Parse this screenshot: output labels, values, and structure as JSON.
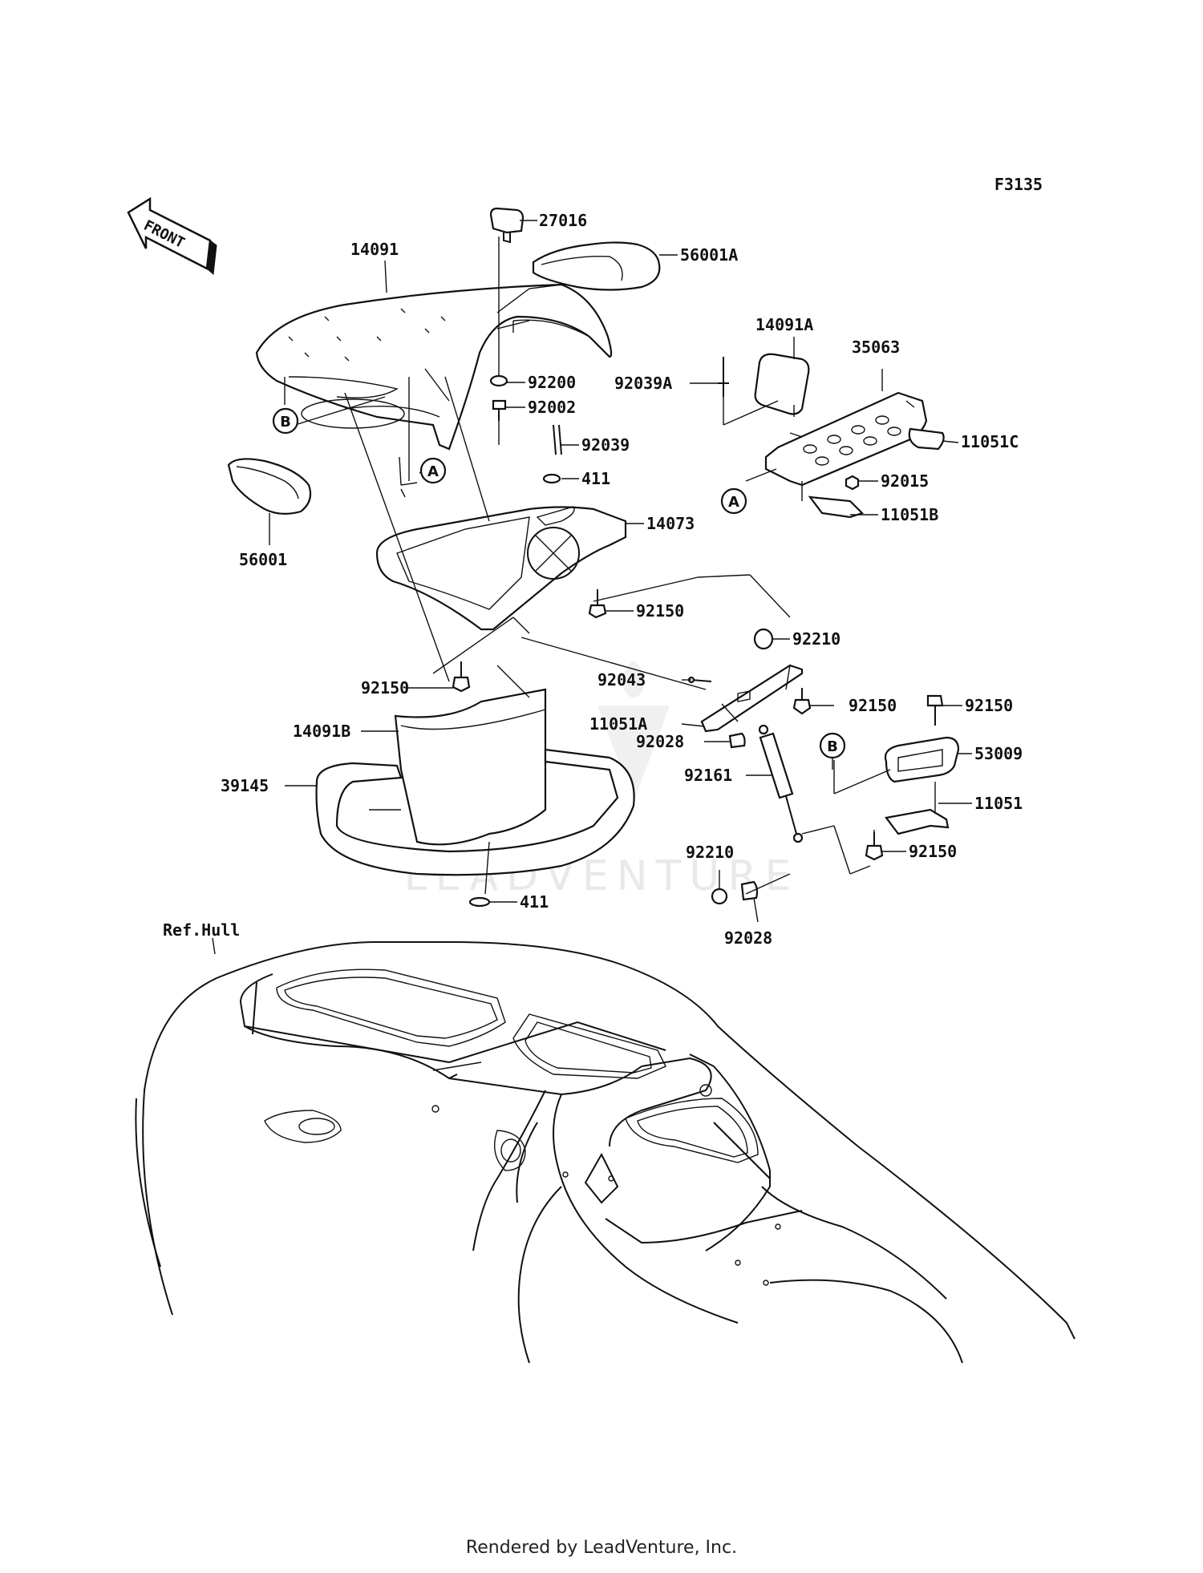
{
  "figure_code": "F3135",
  "front_arrow_text": "FRONT",
  "footer_text": "Rendered by LeadVenture, Inc.",
  "watermark_text": "LEADVENTURE",
  "ref_label": "Ref.Hull",
  "callouts": [
    "A",
    "B"
  ],
  "part_labels": {
    "p27016": "27016",
    "p56001A": "56001A",
    "p14091": "14091",
    "p14091A": "14091A",
    "p35063": "35063",
    "p92200": "92200",
    "p92039A": "92039A",
    "p92002": "92002",
    "p92039": "92039",
    "p11051C": "11051C",
    "p411a": "411",
    "p92015": "92015",
    "p14073": "14073",
    "p11051B": "11051B",
    "p56001": "56001",
    "p92150a": "92150",
    "p92210a": "92210",
    "p92043": "92043",
    "p92150b": "92150",
    "p92150c": "92150",
    "p92150d": "92150",
    "p11051A": "11051A",
    "p53009": "53009",
    "p92028a": "92028",
    "p14091B": "14091B",
    "p92161": "92161",
    "p11051": "11051",
    "p39145": "39145",
    "p92210b": "92210",
    "p92150e": "92150",
    "p411b": "411",
    "p92028b": "92028"
  }
}
